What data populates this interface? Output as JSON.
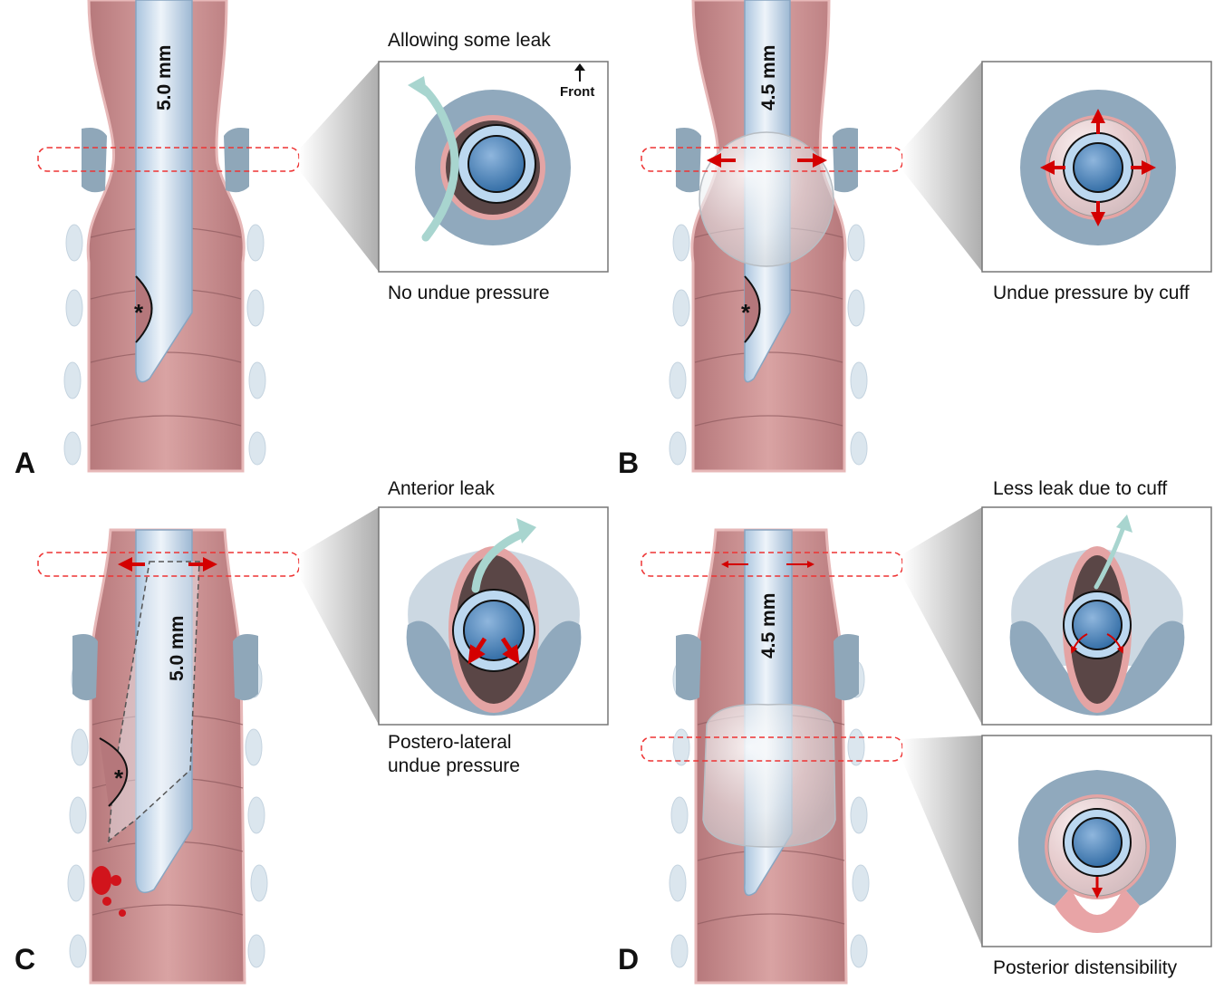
{
  "panels": {
    "A": {
      "letter": "A",
      "tube_size": "5.0 mm",
      "top_label": "Allowing some leak",
      "bottom_label": "No undue pressure",
      "front_label": "Front",
      "asterisk": "*"
    },
    "B": {
      "letter": "B",
      "tube_size": "4.5 mm",
      "bottom_label": "Undue pressure by cuff",
      "asterisk": "*"
    },
    "C": {
      "letter": "C",
      "tube_size": "5.0 mm",
      "top_label": "Anterior leak",
      "bottom_label_line1": "Postero-lateral",
      "bottom_label_line2": "undue pressure",
      "asterisk": "*"
    },
    "D": {
      "letter": "D",
      "tube_size": "4.5 mm",
      "top_label": "Less leak due to cuff",
      "bottom_label": "Posterior distensibility"
    }
  },
  "colors": {
    "trachea": "#c98a8c",
    "trachea_dark": "#a8676b",
    "tube": "#c9dcef",
    "cartilage": "#8fa7b9",
    "arrow": "#d40000",
    "leak_arrow": "#a8d5cf",
    "lumen": "#4a7fb5"
  }
}
